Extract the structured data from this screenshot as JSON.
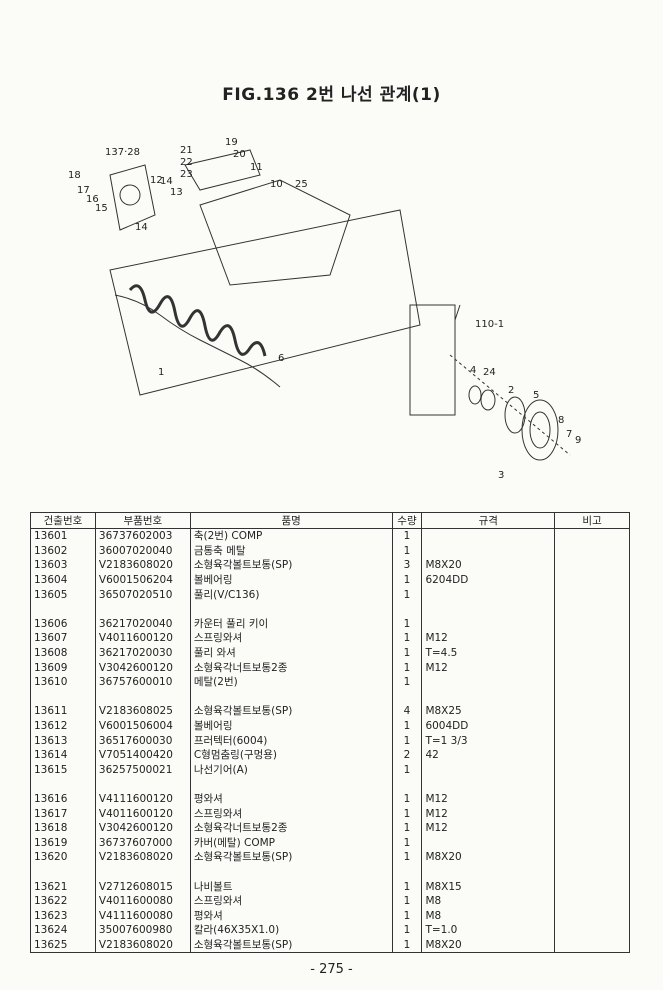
{
  "title": "FIG.136 2번 나선 관계(1)",
  "diagram": {
    "callouts": [
      "137·28",
      "19",
      "21",
      "22",
      "23",
      "20",
      "11",
      "10",
      "25",
      "18",
      "17",
      "16",
      "15",
      "14",
      "12",
      "14",
      "13",
      "1",
      "6",
      "110-1",
      "4",
      "24",
      "2",
      "5",
      "8",
      "7",
      "9",
      "3"
    ]
  },
  "table": {
    "headers": [
      "건출번호",
      "부품번호",
      "품명",
      "수량",
      "규격",
      "비고"
    ],
    "groups": [
      [
        [
          "13601",
          "36737602003",
          "축(2번) COMP",
          "1",
          ""
        ],
        [
          "13602",
          "36007020040",
          "금통축 메탈",
          "1",
          ""
        ],
        [
          "13603",
          "V2183608020",
          "소형육각볼트보통(SP)",
          "3",
          "M8X20"
        ],
        [
          "13604",
          "V6001506204",
          "볼베어링",
          "1",
          "6204DD"
        ],
        [
          "13605",
          "36507020510",
          "풀리(V/C136)",
          "1",
          ""
        ]
      ],
      [
        [
          "13606",
          "36217020040",
          "카운터 풀리 키이",
          "1",
          ""
        ],
        [
          "13607",
          "V4011600120",
          "스프링와셔",
          "1",
          "M12"
        ],
        [
          "13608",
          "36217020030",
          "풀리 와셔",
          "1",
          "T=4.5"
        ],
        [
          "13609",
          "V3042600120",
          "소형육각너트보통2종",
          "1",
          "M12"
        ],
        [
          "13610",
          "36757600010",
          "메탈(2번)",
          "1",
          ""
        ]
      ],
      [
        [
          "13611",
          "V2183608025",
          "소형육각볼트보통(SP)",
          "4",
          "M8X25"
        ],
        [
          "13612",
          "V6001506004",
          "볼베어링",
          "1",
          "6004DD"
        ],
        [
          "13613",
          "36517600030",
          "프러텍터(6004)",
          "1",
          "T=1 3/3"
        ],
        [
          "13614",
          "V7051400420",
          "C형멈춤링(구멍용)",
          "2",
          "42"
        ],
        [
          "13615",
          "36257500021",
          "나선기어(A)",
          "1",
          ""
        ]
      ],
      [
        [
          "13616",
          "V4111600120",
          "평와셔",
          "1",
          "M12"
        ],
        [
          "13617",
          "V4011600120",
          "스프링와셔",
          "1",
          "M12"
        ],
        [
          "13618",
          "V3042600120",
          "소형육각너트보통2종",
          "1",
          "M12"
        ],
        [
          "13619",
          "36737607000",
          "카버(메탈) COMP",
          "1",
          ""
        ],
        [
          "13620",
          "V2183608020",
          "소형육각볼트보통(SP)",
          "1",
          "M8X20"
        ]
      ],
      [
        [
          "13621",
          "V2712608015",
          "나비볼트",
          "1",
          "M8X15"
        ],
        [
          "13622",
          "V4011600080",
          "스프링와셔",
          "1",
          "M8"
        ],
        [
          "13623",
          "V4111600080",
          "평와셔",
          "1",
          "M8"
        ],
        [
          "13624",
          "35007600980",
          "칼라(46X35X1.0)",
          "1",
          "T=1.0"
        ],
        [
          "13625",
          "V2183608020",
          "소형육각볼트보통(SP)",
          "1",
          "M8X20"
        ]
      ]
    ]
  },
  "page_number": "- 275 -"
}
